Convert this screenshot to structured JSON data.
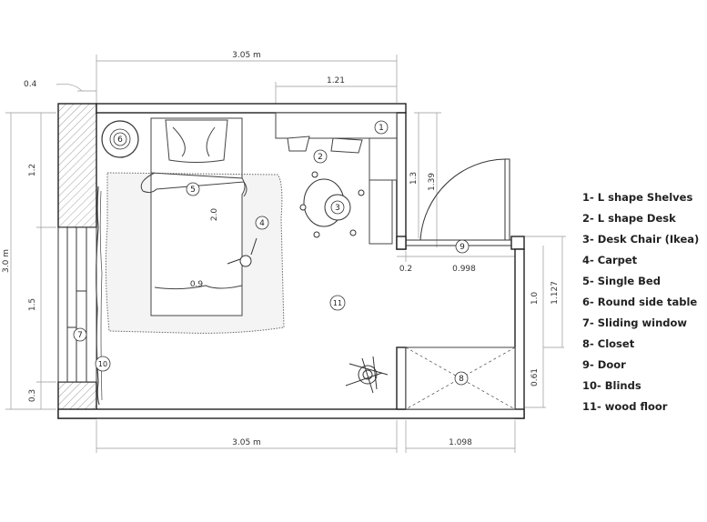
{
  "dimensions": {
    "top_width": "3.05 m",
    "top_offset": "0.4",
    "desk_width": "1.21",
    "bottom_width": "3.05 m",
    "closet_width": "1.098",
    "left_total": "3.0 m",
    "left_upper": "1.2",
    "left_window": "1.5",
    "left_lower": "0.3",
    "bed_length": "2.0",
    "bed_width": "0.9",
    "wall_seg_13": "1.3",
    "wall_seg_139": "1.39",
    "door_jamb": "0.2",
    "door_width": "0.998",
    "right_10": "1.0",
    "right_1127": "1.127",
    "right_061": "0.61"
  },
  "tags": [
    "1",
    "2",
    "3",
    "4",
    "5",
    "6",
    "7",
    "8",
    "9",
    "10",
    "11"
  ],
  "legend": [
    "1- L shape Shelves",
    "2- L shape Desk",
    "3- Desk Chair (Ikea)",
    "4- Carpet",
    "5- Single Bed",
    "6- Round side table",
    "7- Sliding window",
    "8- Closet",
    "9- Door",
    "10- Blinds",
    "11- wood floor"
  ]
}
